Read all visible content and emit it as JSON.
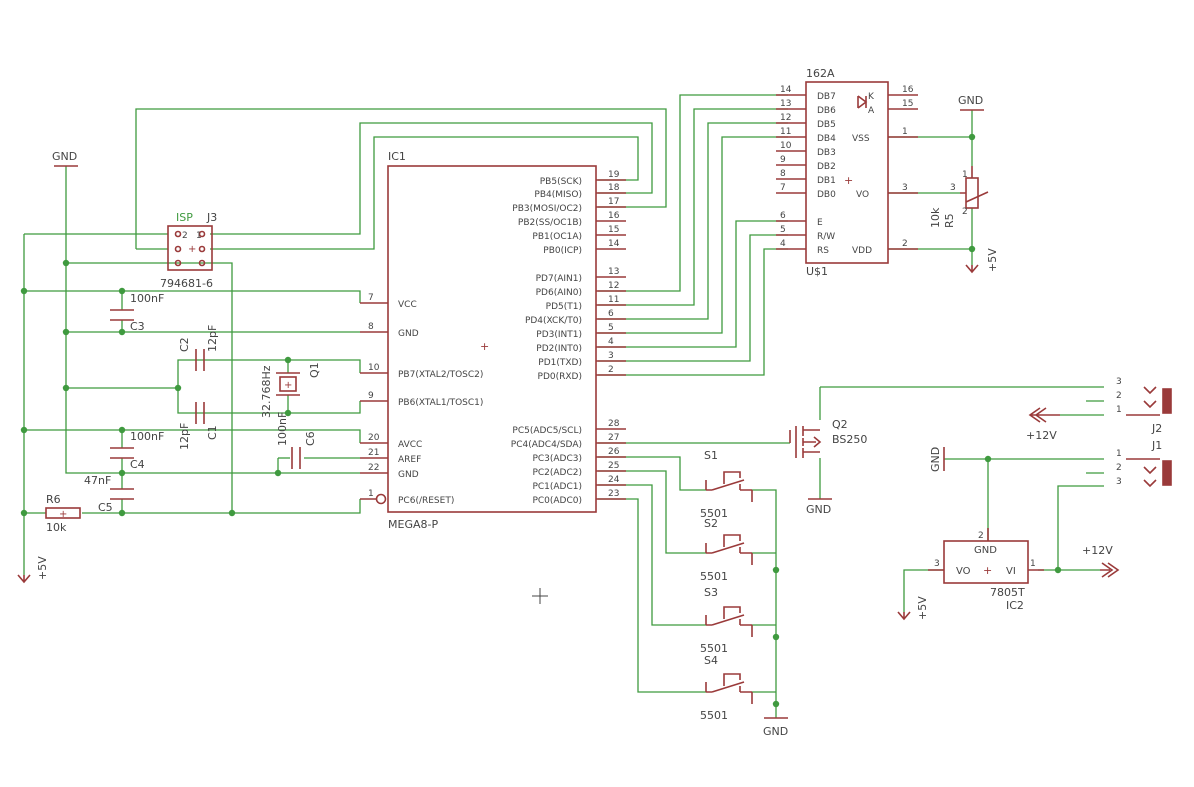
{
  "parts": {
    "ic1": {
      "name": "IC1",
      "value": "MEGA8-P",
      "left_pins": [
        {
          "num": "7",
          "name": "VCC"
        },
        {
          "num": "8",
          "name": "GND"
        },
        {
          "num": "10",
          "name": "PB7(XTAL2/TOSC2)"
        },
        {
          "num": "9",
          "name": "PB6(XTAL1/TOSC1)"
        },
        {
          "num": "20",
          "name": "AVCC"
        },
        {
          "num": "21",
          "name": "AREF"
        },
        {
          "num": "22",
          "name": "GND"
        },
        {
          "num": "1",
          "name": "PC6(/RESET)"
        }
      ],
      "right_pins": [
        {
          "num": "19",
          "name": "PB5(SCK)"
        },
        {
          "num": "18",
          "name": "PB4(MISO)"
        },
        {
          "num": "17",
          "name": "PB3(MOSI/OC2)"
        },
        {
          "num": "16",
          "name": "PB2(SS/OC1B)"
        },
        {
          "num": "15",
          "name": "PB1(OC1A)"
        },
        {
          "num": "14",
          "name": "PB0(ICP)"
        },
        {
          "num": "13",
          "name": "PD7(AIN1)"
        },
        {
          "num": "12",
          "name": "PD6(AIN0)"
        },
        {
          "num": "11",
          "name": "PD5(T1)"
        },
        {
          "num": "6",
          "name": "PD4(XCK/T0)"
        },
        {
          "num": "5",
          "name": "PD3(INT1)"
        },
        {
          "num": "4",
          "name": "PD2(INT0)"
        },
        {
          "num": "3",
          "name": "PD1(TXD)"
        },
        {
          "num": "2",
          "name": "PD0(RXD)"
        },
        {
          "num": "28",
          "name": "PC5(ADC5/SCL)"
        },
        {
          "num": "27",
          "name": "PC4(ADC4/SDA)"
        },
        {
          "num": "26",
          "name": "PC3(ADC3)"
        },
        {
          "num": "25",
          "name": "PC2(ADC2)"
        },
        {
          "num": "24",
          "name": "PC1(ADC1)"
        },
        {
          "num": "23",
          "name": "PC0(ADC0)"
        }
      ]
    },
    "lcd": {
      "name": "U$1",
      "value": "162A",
      "left_pins": [
        {
          "num": "14",
          "name": "DB7"
        },
        {
          "num": "13",
          "name": "DB6"
        },
        {
          "num": "12",
          "name": "DB5"
        },
        {
          "num": "11",
          "name": "DB4"
        },
        {
          "num": "10",
          "name": "DB3"
        },
        {
          "num": "9",
          "name": "DB2"
        },
        {
          "num": "8",
          "name": "DB1"
        },
        {
          "num": "7",
          "name": "DB0"
        },
        {
          "num": "6",
          "name": "E"
        },
        {
          "num": "5",
          "name": "R/W"
        },
        {
          "num": "4",
          "name": "RS"
        }
      ],
      "right_pins": [
        {
          "num": "16",
          "name": "K"
        },
        {
          "num": "15",
          "name": "A"
        },
        {
          "num": "1",
          "name": "VSS"
        },
        {
          "num": "3",
          "name": "VO"
        },
        {
          "num": "2",
          "name": "VDD"
        }
      ]
    },
    "isp": {
      "name": "J3",
      "value": "794681-6",
      "label": "ISP",
      "pin2": "2",
      "pin1": "1"
    },
    "c1": {
      "name": "C1",
      "value": "12pF"
    },
    "c2": {
      "name": "C2",
      "value": "12pF"
    },
    "c3": {
      "name": "C3",
      "value": "100nF"
    },
    "c4": {
      "name": "C4",
      "value": "100nF"
    },
    "c5": {
      "name": "C5",
      "value": "47nF"
    },
    "c6": {
      "name": "C6",
      "value": "100nF"
    },
    "q1": {
      "name": "Q1",
      "value": "32.768Hz"
    },
    "q2": {
      "name": "Q2",
      "value": "BS250"
    },
    "r5": {
      "name": "R5",
      "value": "10k",
      "pin1": "1",
      "pin2": "2",
      "pin3": "3"
    },
    "r6": {
      "name": "R6",
      "value": "10k"
    },
    "s1": {
      "name": "S1",
      "value": "5501"
    },
    "s2": {
      "name": "S2",
      "value": "5501"
    },
    "s3": {
      "name": "S3",
      "value": "5501"
    },
    "s4": {
      "name": "S4",
      "value": "5501"
    },
    "j1": {
      "name": "J1",
      "pins": [
        "1",
        "2",
        "3"
      ]
    },
    "j2": {
      "name": "J2",
      "pins": [
        "3",
        "2",
        "1"
      ]
    },
    "ic2": {
      "name": "IC2",
      "value": "7805T",
      "gnd": "GND",
      "vo": "VO",
      "vi": "VI",
      "pin_vo": "3",
      "pin_gnd": "2",
      "pin_vi": "1"
    }
  },
  "supplies": {
    "gnd_left": "GND",
    "gnd_lcd": "GND",
    "gnd_q2": "GND",
    "gnd_sw": "GND",
    "gnd_reg": "GND",
    "v5_left": "+5V",
    "v5_lcd": "+5V",
    "v5_reg": "+5V",
    "v12_j2": "+12V",
    "v12_reg": "+12V"
  },
  "colors": {
    "part": "#9a3a3a",
    "wire": "#3f9a3f",
    "text": "#444444"
  }
}
